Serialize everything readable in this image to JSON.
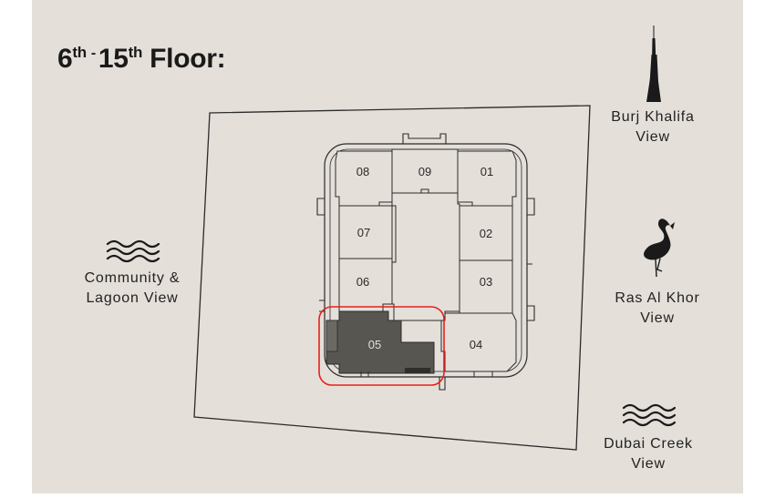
{
  "title": {
    "ord1": "6",
    "sup1": "th",
    "dash": "-",
    "ord2": "15",
    "sup2": "th",
    "rest": "Floor:"
  },
  "views": {
    "burj": {
      "line1": "Burj Khalifa",
      "line2": "View",
      "icon": "burj-khalifa-icon"
    },
    "community": {
      "line1": "Community &",
      "line2": "Lagoon View",
      "icon": "waves-icon"
    },
    "ras_al_khor": {
      "line1": "Ras Al Khor",
      "line2": "View",
      "icon": "flamingo-icon"
    },
    "dubai_creek": {
      "line1": "Dubai Creek",
      "line2": "View",
      "icon": "waves-icon"
    }
  },
  "units": [
    {
      "id": "01",
      "selected": false
    },
    {
      "id": "02",
      "selected": false
    },
    {
      "id": "03",
      "selected": false
    },
    {
      "id": "04",
      "selected": false
    },
    {
      "id": "05",
      "selected": true
    },
    {
      "id": "06",
      "selected": false
    },
    {
      "id": "07",
      "selected": false
    },
    {
      "id": "08",
      "selected": false
    },
    {
      "id": "09",
      "selected": false
    }
  ],
  "colors": {
    "background": "#e4dfd9",
    "selected_unit": "#575651",
    "highlight": "#e8201c",
    "line": "#2b2b2b",
    "text": "#1a1a1a"
  }
}
